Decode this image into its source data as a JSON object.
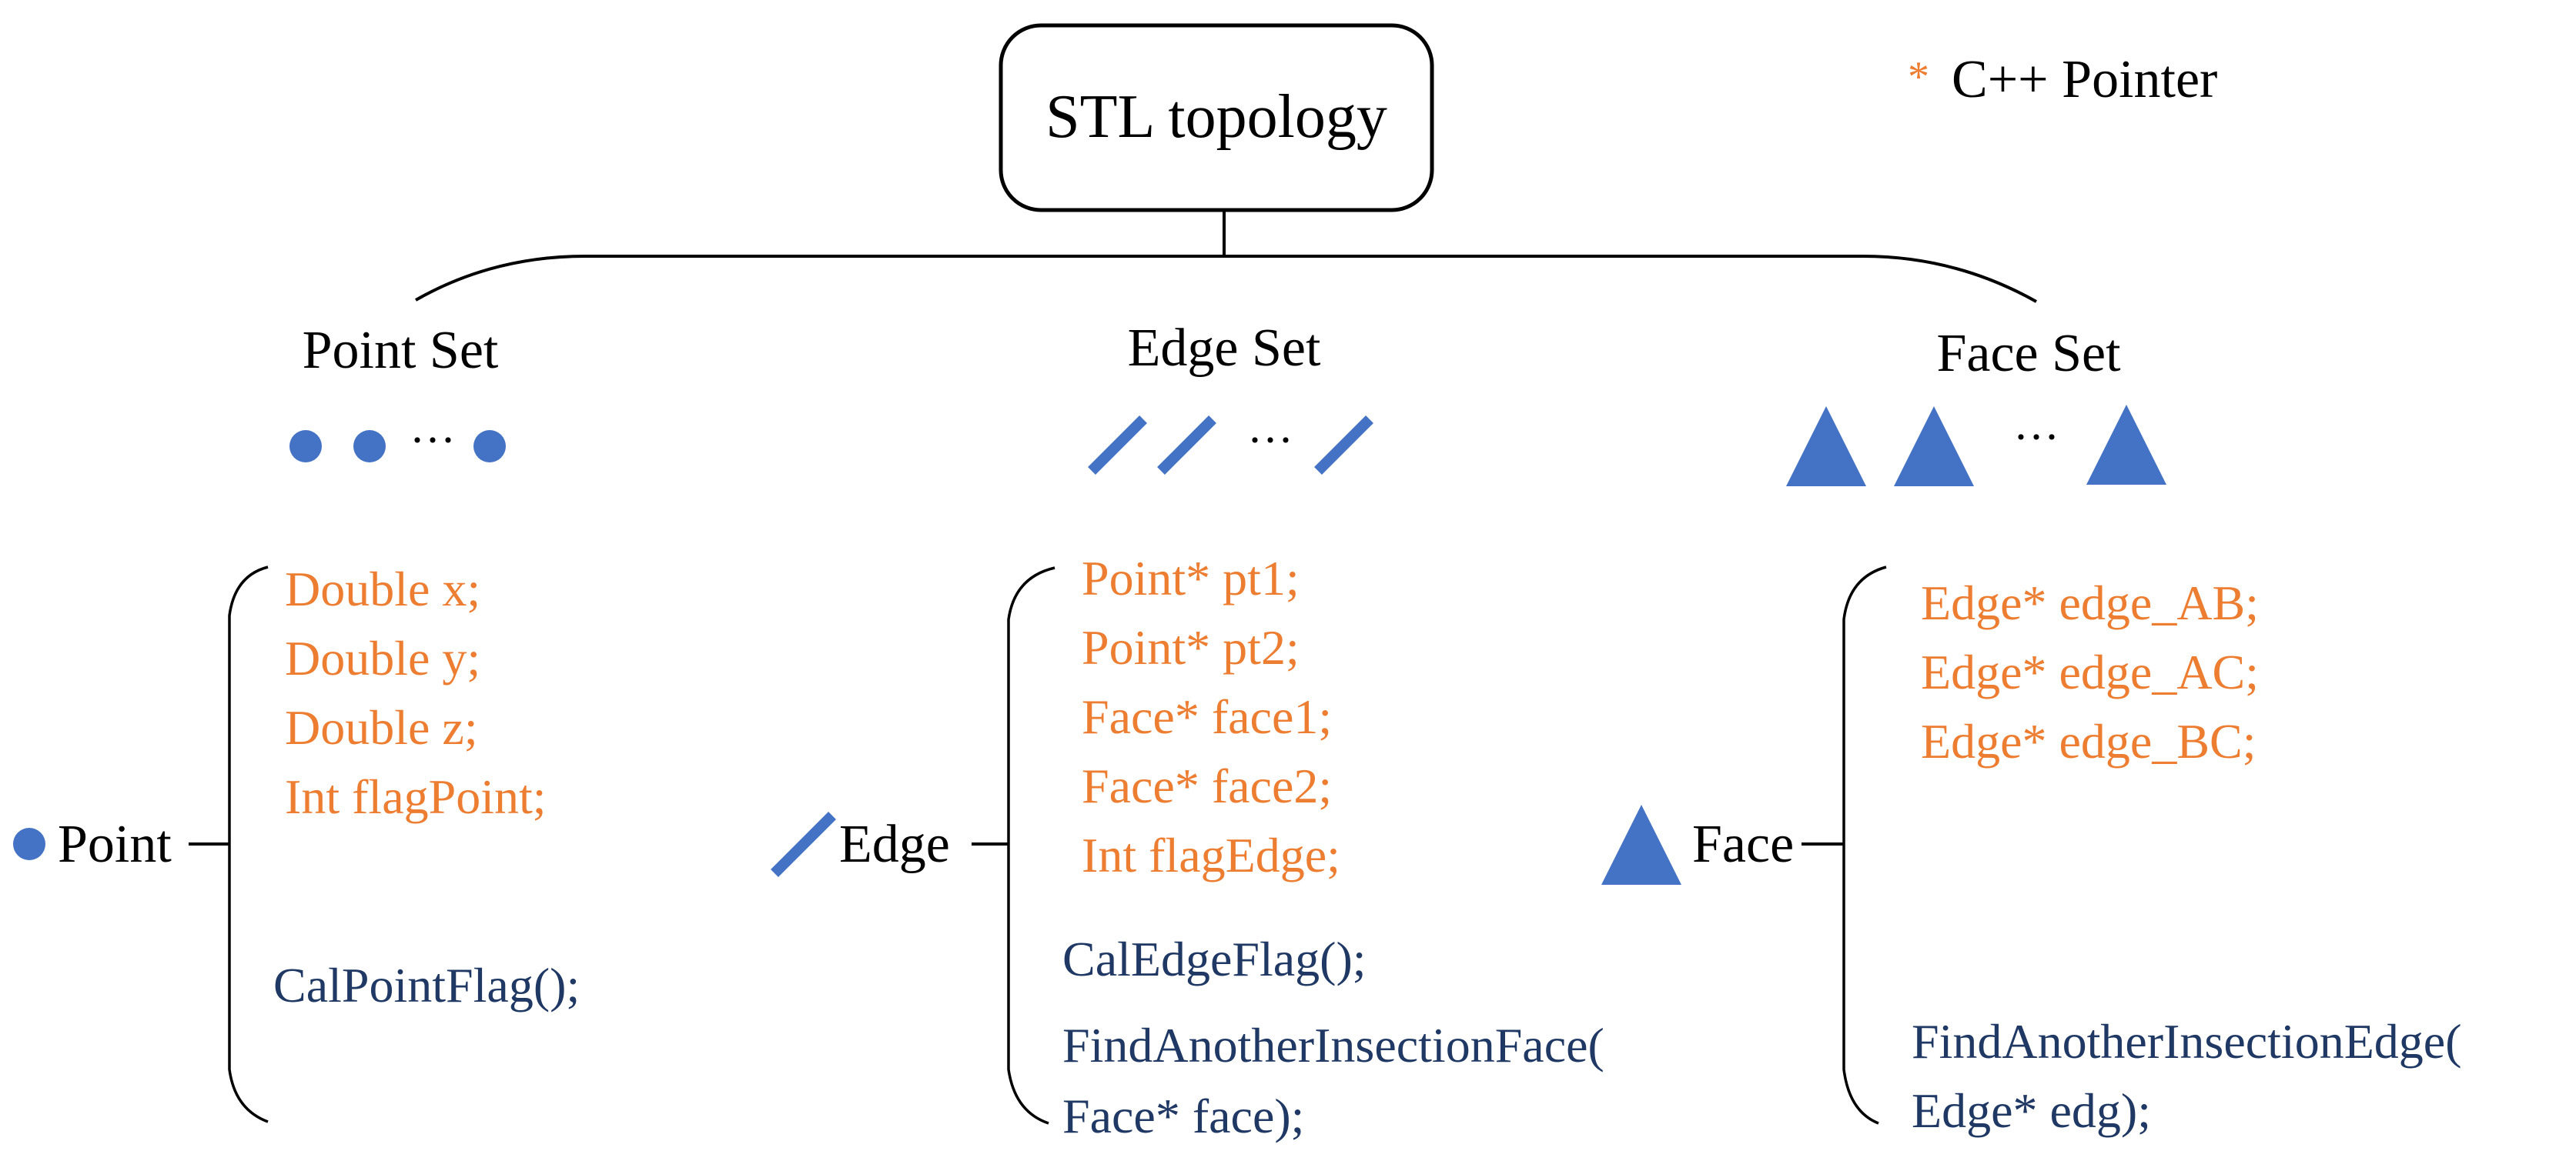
{
  "legend": {
    "marker": "*",
    "label": "C++ Pointer"
  },
  "root": {
    "label": "STL topology"
  },
  "sets": [
    {
      "label": "Point Set",
      "ellipsis": "···"
    },
    {
      "label": "Edge Set",
      "ellipsis": "···"
    },
    {
      "label": "Face Set",
      "ellipsis": "···"
    }
  ],
  "classes": [
    {
      "name": "Point",
      "fields": [
        "Double x;",
        "Double y;",
        "Double z;",
        "Int flagPoint;"
      ],
      "methods": [
        "CalPointFlag();"
      ]
    },
    {
      "name": "Edge",
      "fields": [
        "Point* pt1;",
        "Point* pt2;",
        "Face* face1;",
        "Face* face2;",
        "Int flagEdge;"
      ],
      "methods": [
        "CalEdgeFlag();",
        "FindAnotherInsectionFace(",
        "Face* face);"
      ]
    },
    {
      "name": "Face",
      "fields": [
        "Edge* edge_AB;",
        "Edge* edge_AC;",
        "Edge* edge_BC;"
      ],
      "methods": [
        "FindAnotherInsectionEdge(",
        "Edge* edg);"
      ]
    }
  ],
  "colors": {
    "field_text": "#ED7D31",
    "method_text": "#1F3864",
    "shape_fill": "#4472C4",
    "line": "#000000"
  },
  "icons": {
    "point": "circle-icon",
    "edge": "slash-icon",
    "face": "triangle-icon"
  }
}
